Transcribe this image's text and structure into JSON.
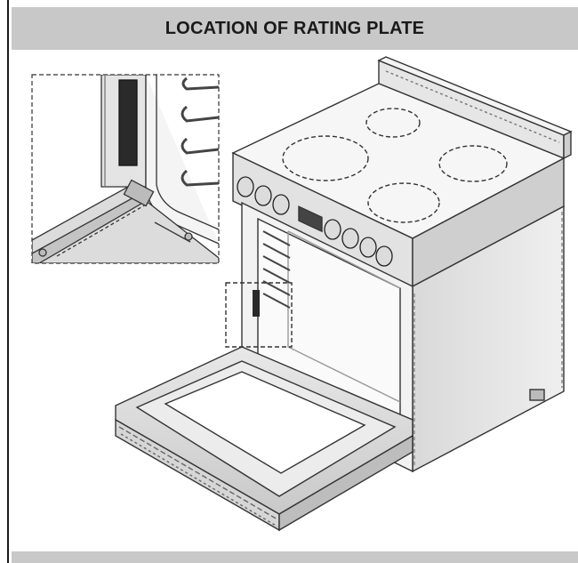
{
  "section": {
    "title": "LOCATION OF RATING PLATE"
  },
  "colors": {
    "header_bg": "#c8c8c8",
    "line": "#333333",
    "fill_light": "#f0f0f0",
    "fill_mid": "#d4d4d4",
    "fill_dark": "#2a2a2a"
  },
  "icons": {
    "main": "range-oven-door-open-illustration",
    "detail": "rating-plate-detail-inset"
  }
}
